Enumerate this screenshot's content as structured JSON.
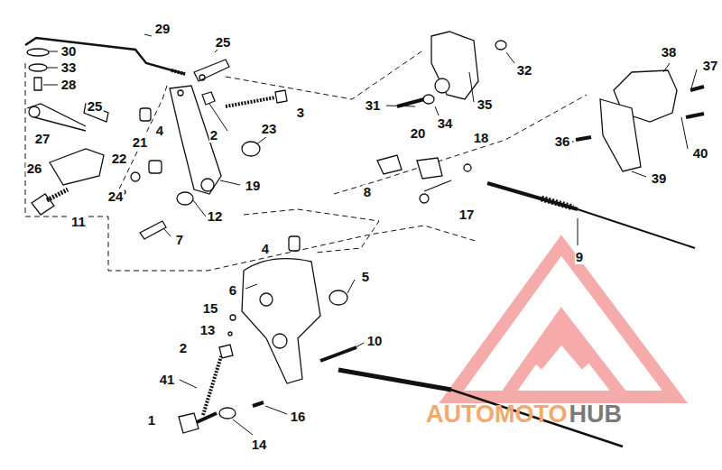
{
  "diagram": {
    "labels": [
      "29",
      "30",
      "33",
      "28",
      "25",
      "31",
      "32",
      "35",
      "34",
      "38",
      "37",
      "40",
      "36",
      "39",
      "27",
      "25",
      "4",
      "2",
      "3",
      "23",
      "21",
      "22",
      "26",
      "24",
      "11",
      "19",
      "12",
      "7",
      "8",
      "20",
      "18",
      "17",
      "9",
      "4",
      "6",
      "5",
      "15",
      "13",
      "2",
      "10",
      "41",
      "1",
      "16",
      "14",
      "AUTOMOTO",
      "HUB"
    ]
  }
}
